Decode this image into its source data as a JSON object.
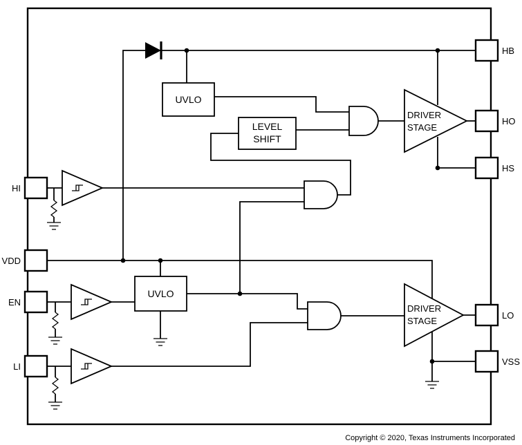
{
  "diagram": {
    "copyright": "Copyright © 2020, Texas Instruments Incorporated",
    "pins": {
      "hi": "HI",
      "vdd": "VDD",
      "en": "EN",
      "li": "LI",
      "hb": "HB",
      "ho": "HO",
      "hs": "HS",
      "lo": "LO",
      "vss": "VSS"
    },
    "blocks": {
      "uvlo_high": "UVLO",
      "uvlo_low": "UVLO",
      "level_shift_line1": "LEVEL",
      "level_shift_line2": "SHIFT",
      "driver_high_line1": "DRIVER",
      "driver_high_line2": "STAGE",
      "driver_low_line1": "DRIVER",
      "driver_low_line2": "STAGE"
    },
    "colors": {
      "line": "#000000",
      "background": "#ffffff"
    }
  }
}
